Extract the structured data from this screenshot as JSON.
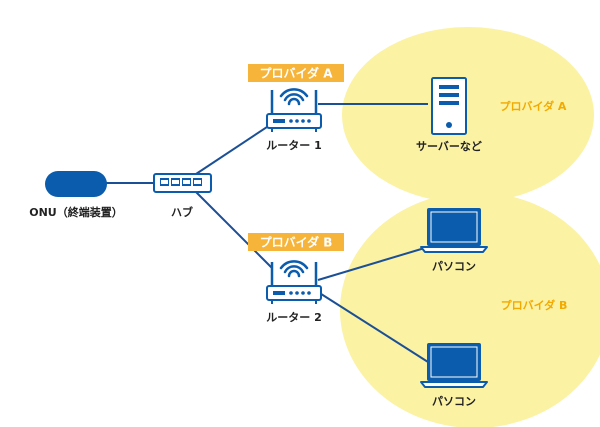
{
  "colors": {
    "zone_fill": "#fbf2a3",
    "badge_fill": "#f6b43a",
    "accent_text": "#f2a900",
    "device_blue": "#0b5cad",
    "line": "#1b4f96",
    "text": "#222222"
  },
  "provider_a": {
    "badge": "プロバイダ A",
    "zone_label": "プロバイダ A"
  },
  "provider_b": {
    "badge": "プロバイダ B",
    "zone_label": "プロバイダ B"
  },
  "devices": {
    "onu": {
      "label": "ONU（終端装置）",
      "icon": "onu-icon"
    },
    "hub": {
      "label": "ハブ",
      "icon": "hub-icon"
    },
    "router1": {
      "label": "ルーター 1",
      "icon": "router-icon"
    },
    "router2": {
      "label": "ルーター 2",
      "icon": "router-icon"
    },
    "server": {
      "label": "サーバーなど",
      "icon": "server-icon"
    },
    "pc1": {
      "label": "パソコン",
      "icon": "laptop-icon"
    },
    "pc2": {
      "label": "パソコン",
      "icon": "laptop-icon"
    }
  }
}
